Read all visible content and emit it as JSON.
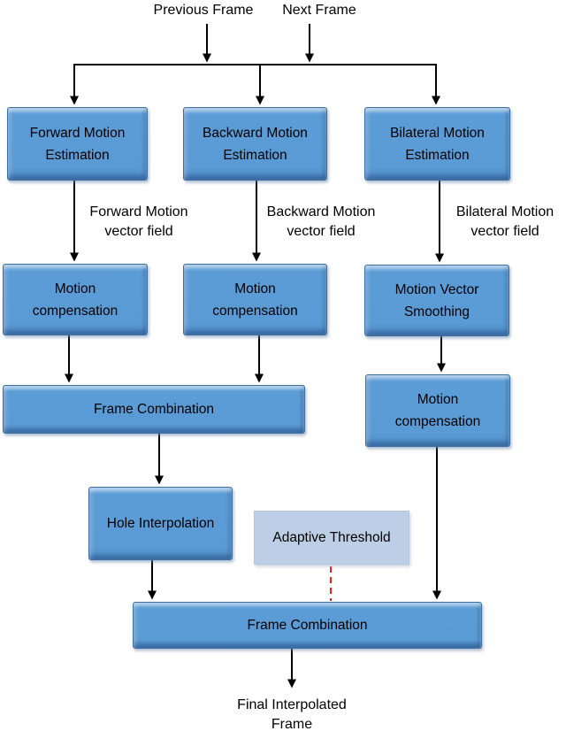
{
  "top_labels": {
    "previous_frame": "Previous Frame",
    "next_frame": "Next Frame"
  },
  "boxes": {
    "forward_me": {
      "l1": "Forward Motion",
      "l2": "Estimation"
    },
    "backward_me": {
      "l1": "Backward Motion",
      "l2": "Estimation"
    },
    "bilateral_me": {
      "l1": "Bilateral Motion",
      "l2": "Estimation"
    },
    "motion_comp_left": {
      "l1": "Motion",
      "l2": "compensation"
    },
    "motion_comp_mid": {
      "l1": "Motion",
      "l2": "compensation"
    },
    "mv_smoothing": {
      "l1": "Motion Vector",
      "l2": "Smoothing"
    },
    "frame_comb_1": {
      "l1": "Frame Combination"
    },
    "motion_comp_right": {
      "l1": "Motion",
      "l2": "compensation"
    },
    "hole_interp": {
      "l1": "Hole Interpolation"
    },
    "adaptive_threshold": {
      "l1": "Adaptive Threshold"
    },
    "frame_comb_2": {
      "l1": "Frame Combination"
    }
  },
  "edge_labels": {
    "forward": {
      "line1": "Forward Motion",
      "line2": "vector field"
    },
    "backward": {
      "line1": "Backward Motion",
      "line2": "vector field"
    },
    "bilateral": {
      "line1": "Bilateral Motion",
      "line2": "vector field"
    }
  },
  "bottom_label": {
    "line1": "Final Interpolated",
    "line2": "Frame"
  },
  "colors": {
    "box_fill": "#5b9bd5",
    "box_border": "#3e6fa3",
    "threshold_box_fill": "#bdcfe6",
    "connector": "#000000",
    "threshold_connector": "#ff1a1a",
    "background": "#ffffff",
    "text": "#000000"
  }
}
